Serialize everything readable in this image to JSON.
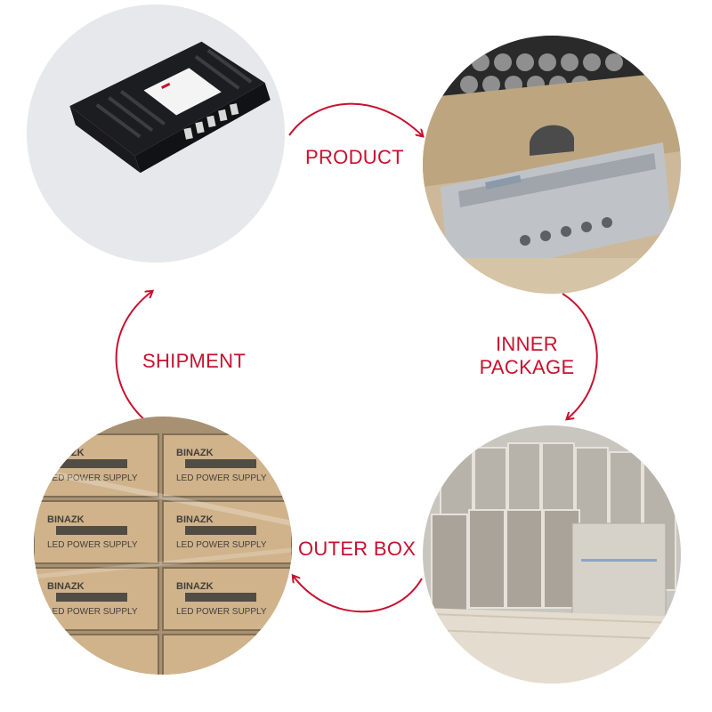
{
  "colors": {
    "accent": "#c8102e"
  },
  "labels": {
    "product": "PRODUCT",
    "inner_package": "INNER\nPACKAGE",
    "outer_box": "OUTER BOX",
    "shipment": "SHIPMENT"
  },
  "photos": [
    {
      "id": "product",
      "brand_text": ""
    },
    {
      "id": "inner-package",
      "brand_text": ""
    },
    {
      "id": "outer-box",
      "brand_text": ""
    },
    {
      "id": "shipment",
      "brand_text": "BINAZK",
      "box_text": "LED POWER SUPPLY"
    }
  ]
}
